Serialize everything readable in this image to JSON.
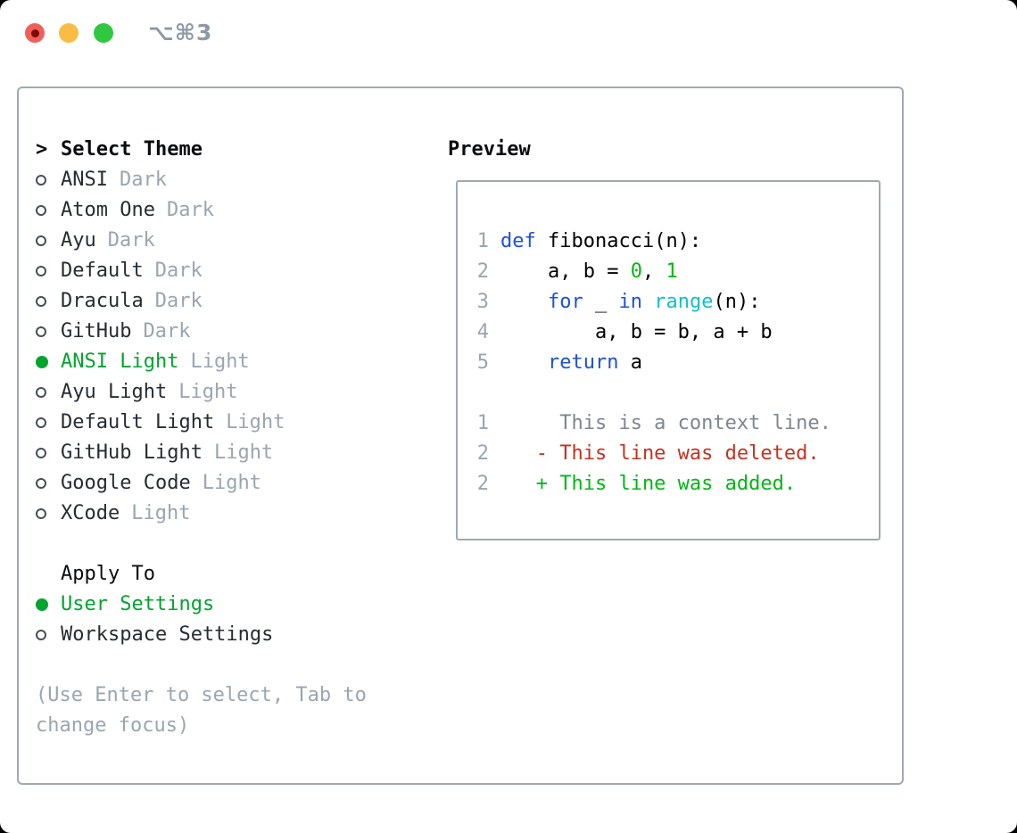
{
  "window": {
    "title": "⌥⌘3"
  },
  "colors": {
    "window_bg": "#ffffff",
    "outer_bg": "#000000",
    "border": "#a0a9b3",
    "heading": "#0a0c0e",
    "item_text": "#262c33",
    "ring": "#464e58",
    "muted": "#9aa5b1",
    "accent_green": "#00a42f",
    "added_green": "#00b713",
    "deleted_red": "#c23321",
    "keyword_blue": "#1d51d6",
    "builtin_cyan": "#12bfca",
    "literal_green": "#00b713",
    "context_gray": "#7e868f",
    "code_text": "#000000",
    "title_text": "#8f99a3",
    "traffic_red": "#f0605a",
    "traffic_red_dot": "#7c0b06",
    "traffic_yellow": "#f9bd45",
    "traffic_green": "#2ec940"
  },
  "theme_panel": {
    "caret": ">",
    "header": "Select Theme",
    "items": [
      {
        "name": "ANSI",
        "variant": "Dark",
        "selected": false
      },
      {
        "name": "Atom One",
        "variant": "Dark",
        "selected": false
      },
      {
        "name": "Ayu",
        "variant": "Dark",
        "selected": false
      },
      {
        "name": "Default",
        "variant": "Dark",
        "selected": false
      },
      {
        "name": "Dracula",
        "variant": "Dark",
        "selected": false
      },
      {
        "name": "GitHub",
        "variant": "Dark",
        "selected": false
      },
      {
        "name": "ANSI Light",
        "variant": "Light",
        "selected": true
      },
      {
        "name": "Ayu Light",
        "variant": "Light",
        "selected": false
      },
      {
        "name": "Default Light",
        "variant": "Light",
        "selected": false
      },
      {
        "name": "GitHub Light",
        "variant": "Light",
        "selected": false
      },
      {
        "name": "Google Code",
        "variant": "Light",
        "selected": false
      },
      {
        "name": "XCode",
        "variant": "Light",
        "selected": false
      }
    ],
    "apply_header": "Apply To",
    "apply_items": [
      {
        "name": "User Settings",
        "selected": true
      },
      {
        "name": "Workspace Settings",
        "selected": false
      }
    ],
    "help": "(Use Enter to select, Tab to change focus)"
  },
  "preview": {
    "header": "Preview",
    "lines": [
      {
        "num": "1",
        "tokens": [
          [
            "def",
            "kw"
          ],
          [
            " fibonacci(n):",
            "fg"
          ]
        ]
      },
      {
        "num": "2",
        "tokens": [
          [
            "    a, b = ",
            "fg"
          ],
          [
            "0",
            "lit"
          ],
          [
            ", ",
            "fg"
          ],
          [
            "1",
            "lit"
          ]
        ]
      },
      {
        "num": "3",
        "tokens": [
          [
            "    ",
            "fg"
          ],
          [
            "for",
            "kw"
          ],
          [
            " _ ",
            "fg"
          ],
          [
            "in",
            "kw"
          ],
          [
            " ",
            "fg"
          ],
          [
            "range",
            "bi"
          ],
          [
            "(n):",
            "fg"
          ]
        ]
      },
      {
        "num": "4",
        "tokens": [
          [
            "        a, b = b, a + b",
            "fg"
          ]
        ]
      },
      {
        "num": "5",
        "tokens": [
          [
            "    ",
            "fg"
          ],
          [
            "return",
            "kw"
          ],
          [
            " a",
            "fg"
          ]
        ]
      },
      {
        "num": "",
        "tokens": []
      },
      {
        "num": "1",
        "tokens": [
          [
            "     This is a context line.",
            "ctx"
          ]
        ]
      },
      {
        "num": "2",
        "tokens": [
          [
            "   - This line was deleted.",
            "del"
          ]
        ]
      },
      {
        "num": "2",
        "tokens": [
          [
            "   + This line was added.",
            "add"
          ]
        ]
      }
    ]
  }
}
